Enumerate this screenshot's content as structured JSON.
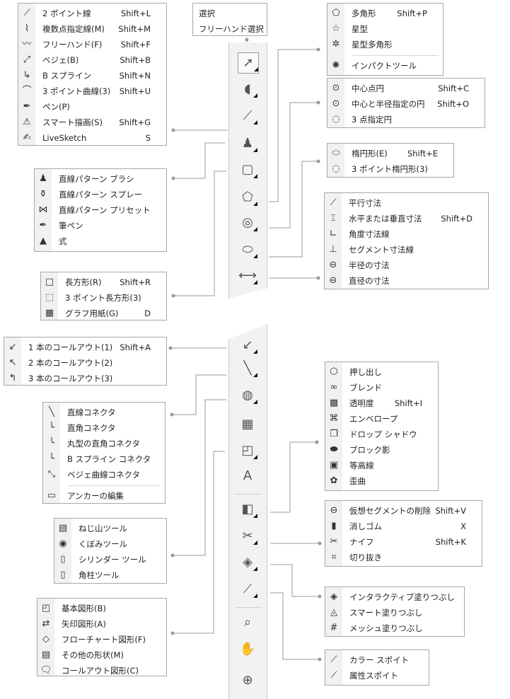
{
  "panels": {
    "curve": {
      "items": [
        {
          "icon": "two-point-line-icon",
          "label": "2 ポイント線",
          "shortcut": "Shift+L"
        },
        {
          "icon": "polyline-icon",
          "label": "複数点指定線(M)",
          "shortcut": "Shift+M"
        },
        {
          "icon": "freehand-icon",
          "label": "フリーハンド(F)",
          "shortcut": "Shift+F"
        },
        {
          "icon": "bezier-icon",
          "label": "ベジェ(B)",
          "shortcut": "Shift+B"
        },
        {
          "icon": "b-spline-icon",
          "label": "B スプライン",
          "shortcut": "Shift+N"
        },
        {
          "icon": "three-point-curve-icon",
          "label": "3 ポイント曲線(3)",
          "shortcut": "Shift+U"
        },
        {
          "icon": "pen-icon",
          "label": "ペン(P)",
          "shortcut": ""
        },
        {
          "icon": "smart-drawing-icon",
          "label": "スマート描画(S)",
          "shortcut": "Shift+G"
        },
        {
          "icon": "livesketch-icon",
          "label": "LiveSketch",
          "shortcut": "S"
        }
      ]
    },
    "select": {
      "items": [
        {
          "icon": "pick-icon",
          "label": "選択",
          "shortcut": ""
        },
        {
          "icon": "freehand-pick-icon",
          "label": "フリーハンド選択",
          "shortcut": ""
        }
      ]
    },
    "polygon": {
      "separator_before": 3,
      "items": [
        {
          "icon": "polygon-icon",
          "label": "多角形",
          "shortcut": "Shift+P"
        },
        {
          "icon": "star-icon",
          "label": "星型",
          "shortcut": ""
        },
        {
          "icon": "complex-star-icon",
          "label": "星型多角形",
          "shortcut": ""
        },
        {
          "icon": "impact-icon",
          "label": "インパクトツール",
          "shortcut": ""
        }
      ]
    },
    "circle": {
      "items": [
        {
          "icon": "center-circle-icon",
          "label": "中心点円",
          "shortcut": "Shift+C"
        },
        {
          "icon": "radius-circle-icon",
          "label": "中心と半径指定の円",
          "shortcut": "Shift+O"
        },
        {
          "icon": "three-point-circle-icon",
          "label": "3 点指定円",
          "shortcut": ""
        }
      ]
    },
    "ellipse": {
      "items": [
        {
          "icon": "ellipse-icon",
          "label": "楕円形(E)",
          "shortcut": "Shift+E"
        },
        {
          "icon": "three-point-ellipse-icon",
          "label": "3 ポイント楕円形(3)",
          "shortcut": ""
        }
      ]
    },
    "dimension": {
      "items": [
        {
          "icon": "parallel-dimension-icon",
          "label": "平行寸法",
          "shortcut": ""
        },
        {
          "icon": "horizontal-vertical-dimension-icon",
          "label": "水平または垂直寸法",
          "shortcut": "Shift+D"
        },
        {
          "icon": "angular-dimension-icon",
          "label": "角度寸法線",
          "shortcut": ""
        },
        {
          "icon": "segment-dimension-icon",
          "label": "セグメント寸法線",
          "shortcut": ""
        },
        {
          "icon": "radius-dimension-icon",
          "label": "半径の寸法",
          "shortcut": ""
        },
        {
          "icon": "diameter-dimension-icon",
          "label": "直径の寸法",
          "shortcut": ""
        }
      ]
    },
    "media": {
      "items": [
        {
          "icon": "brush-icon",
          "label": "直線パターン ブラシ",
          "shortcut": ""
        },
        {
          "icon": "sprayer-icon",
          "label": "直線パターン スプレー",
          "shortcut": ""
        },
        {
          "icon": "preset-icon",
          "label": "直線パターン プリセット",
          "shortcut": ""
        },
        {
          "icon": "calligraphic-pen-icon",
          "label": "筆ペン",
          "shortcut": ""
        },
        {
          "icon": "expression-icon",
          "label": "式",
          "shortcut": ""
        }
      ]
    },
    "rect": {
      "items": [
        {
          "icon": "rectangle-icon",
          "label": "長方形(R)",
          "shortcut": "Shift+R"
        },
        {
          "icon": "three-point-rectangle-icon",
          "label": "3 ポイント長方形(3)",
          "shortcut": ""
        },
        {
          "icon": "graph-paper-icon",
          "label": "グラフ用紙(G)",
          "shortcut": "D"
        }
      ]
    },
    "callout": {
      "items": [
        {
          "icon": "one-segment-callout-icon",
          "label": "1 本のコールアウト(1)",
          "shortcut": "Shift+A"
        },
        {
          "icon": "two-segment-callout-icon",
          "label": "2 本のコールアウト(2)",
          "shortcut": ""
        },
        {
          "icon": "three-segment-callout-icon",
          "label": "3 本のコールアウト(3)",
          "shortcut": ""
        }
      ]
    },
    "connector": {
      "separator_before": 5,
      "items": [
        {
          "icon": "straight-connector-icon",
          "label": "直線コネクタ",
          "shortcut": ""
        },
        {
          "icon": "right-angle-connector-icon",
          "label": "直角コネクタ",
          "shortcut": ""
        },
        {
          "icon": "rounded-right-angle-connector-icon",
          "label": "丸型の直角コネクタ",
          "shortcut": ""
        },
        {
          "icon": "b-spline-connector-icon",
          "label": "B スプライン コネクタ",
          "shortcut": ""
        },
        {
          "icon": "bezier-connector-icon",
          "label": "ベジェ曲線コネクタ",
          "shortcut": ""
        },
        {
          "icon": "edit-anchor-icon",
          "label": "アンカーの編集",
          "shortcut": ""
        }
      ]
    },
    "thread": {
      "items": [
        {
          "icon": "thread-icon",
          "label": "ねじ山ツール",
          "shortcut": ""
        },
        {
          "icon": "dent-icon",
          "label": "くぼみツール",
          "shortcut": ""
        },
        {
          "icon": "cylinder-icon",
          "label": "シリンダー ツール",
          "shortcut": ""
        },
        {
          "icon": "prism-icon",
          "label": "角柱ツール",
          "shortcut": ""
        }
      ]
    },
    "shapes": {
      "items": [
        {
          "icon": "basic-shapes-icon",
          "label": "基本図形(B)",
          "shortcut": ""
        },
        {
          "icon": "arrow-shapes-icon",
          "label": "矢印図形(A)",
          "shortcut": ""
        },
        {
          "icon": "flowchart-shapes-icon",
          "label": "フローチャート図形(F)",
          "shortcut": ""
        },
        {
          "icon": "other-shapes-icon",
          "label": "その他の形状(M)",
          "shortcut": ""
        },
        {
          "icon": "callout-shapes-icon",
          "label": "コールアウト図形(C)",
          "shortcut": ""
        }
      ]
    },
    "effects": {
      "items": [
        {
          "icon": "extrude-icon",
          "label": "押し出し",
          "shortcut": ""
        },
        {
          "icon": "blend-icon",
          "label": "ブレンド",
          "shortcut": ""
        },
        {
          "icon": "transparency-icon",
          "label": "透明度",
          "shortcut": "Shift+I"
        },
        {
          "icon": "envelope-icon",
          "label": "エンベロープ",
          "shortcut": ""
        },
        {
          "icon": "drop-shadow-icon",
          "label": "ドロップ シャドウ",
          "shortcut": ""
        },
        {
          "icon": "block-shadow-icon",
          "label": "ブロック影",
          "shortcut": ""
        },
        {
          "icon": "contour-icon",
          "label": "等高線",
          "shortcut": ""
        },
        {
          "icon": "distort-icon",
          "label": "歪曲",
          "shortcut": ""
        }
      ]
    },
    "knife": {
      "items": [
        {
          "icon": "virtual-segment-delete-icon",
          "label": "仮想セグメントの削除",
          "shortcut": "Shift+V"
        },
        {
          "icon": "eraser-icon",
          "label": "消しゴム",
          "shortcut": "X"
        },
        {
          "icon": "knife-icon",
          "label": "ナイフ",
          "shortcut": "Shift+K"
        },
        {
          "icon": "crop-icon",
          "label": "切り抜き",
          "shortcut": ""
        }
      ]
    },
    "fill": {
      "items": [
        {
          "icon": "interactive-fill-icon",
          "label": "インタラクティブ塗りつぶし",
          "shortcut": ""
        },
        {
          "icon": "smart-fill-icon",
          "label": "スマート塗りつぶし",
          "shortcut": ""
        },
        {
          "icon": "mesh-fill-icon",
          "label": "メッシュ塗りつぶし",
          "shortcut": ""
        }
      ]
    },
    "eyedrop": {
      "items": [
        {
          "icon": "color-eyedropper-icon",
          "label": "カラー スポイト",
          "shortcut": ""
        },
        {
          "icon": "attributes-eyedropper-icon",
          "label": "属性スポイト",
          "shortcut": ""
        }
      ]
    }
  },
  "toolbox": {
    "top": [
      {
        "icon": "pick-tool-icon",
        "flyout": true,
        "selected": true
      },
      {
        "icon": "shape-tool-icon",
        "flyout": true
      },
      {
        "icon": "curve-tool-icon",
        "flyout": true
      },
      {
        "icon": "artistic-media-tool-icon",
        "flyout": true
      },
      {
        "icon": "rectangle-tool-icon",
        "flyout": true
      },
      {
        "icon": "polygon-tool-icon",
        "flyout": true
      },
      {
        "icon": "circle-tool-icon",
        "flyout": true
      },
      {
        "icon": "ellipse-tool-icon",
        "flyout": true
      },
      {
        "icon": "dimension-tool-icon",
        "flyout": true
      }
    ],
    "bottom": [
      {
        "icon": "callout-tool-icon",
        "flyout": true
      },
      {
        "icon": "connector-tool-icon",
        "flyout": true
      },
      {
        "icon": "thread-tool-icon",
        "flyout": true
      },
      {
        "icon": "table-tool-icon",
        "flyout": false
      },
      {
        "icon": "shapes-tool-icon",
        "flyout": true
      },
      {
        "icon": "text-tool-icon",
        "flyout": false
      },
      {
        "icon": "effects-tool-icon",
        "flyout": true
      },
      {
        "icon": "crop-tool-icon",
        "flyout": true
      },
      {
        "icon": "fill-tool-icon",
        "flyout": true
      },
      {
        "icon": "eyedropper-tool-icon",
        "flyout": true
      },
      {
        "icon": "zoom-tool-icon",
        "flyout": false
      },
      {
        "icon": "pan-tool-icon",
        "flyout": false
      },
      {
        "icon": "add-tool-icon",
        "flyout": false
      }
    ]
  },
  "colors": {
    "connector_line": "#9a9a9a",
    "icon_column": "#f1f1f1",
    "toolbox_bg": "#f2f2f2",
    "connector_orange": "#c06a30"
  }
}
